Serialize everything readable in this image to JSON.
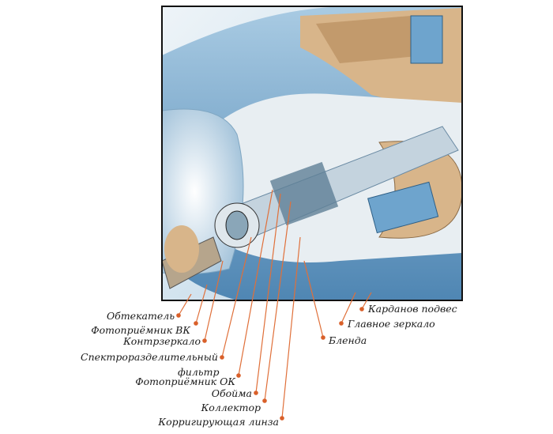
{
  "labels_left": [
    {
      "id": "obtekatel",
      "text": "Обтекатель"
    },
    {
      "id": "fotopriemnik-vk",
      "text": "Фотоприёмник ВК"
    },
    {
      "id": "kontrzerkalo",
      "text": "Контрзеркало"
    },
    {
      "id": "spektr-filter-1",
      "text": "Спектроразделительный"
    },
    {
      "id": "spektr-filter-2",
      "text": "фильтр"
    },
    {
      "id": "fotopriemnik-ok",
      "text": "Фотоприёмник ОК"
    },
    {
      "id": "oboima",
      "text": "Обойма"
    },
    {
      "id": "kollektor",
      "text": "Коллектор"
    },
    {
      "id": "korr-linza",
      "text": "Корригирующая линза"
    }
  ],
  "labels_right": [
    {
      "id": "kardanov-podves",
      "text": "Карданов подвес"
    },
    {
      "id": "glavnoe-zerkalo",
      "text": "Главное зеркало"
    },
    {
      "id": "blenda",
      "text": "Бленда"
    }
  ],
  "colors": {
    "leader": "#e0703a",
    "dot": "#d9602a",
    "body_blue": "#7fb3d6",
    "light_blue": "#cfe2ef",
    "tan": "#d8b58a",
    "frame": "#111111"
  }
}
